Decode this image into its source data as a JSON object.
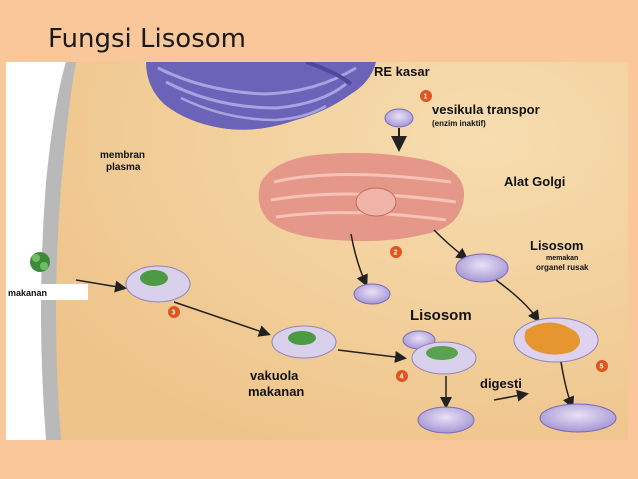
{
  "slide": {
    "title": "Fungsi Lisosom"
  },
  "diagram": {
    "labels": {
      "re_kasar": "RE kasar",
      "vesikula": "vesikula transpor",
      "enzim": "(enzim inaktif)",
      "membran1": "membran",
      "membran2": "plasma",
      "golgi": "Alat Golgi",
      "lisosom_top": "Lisosom",
      "memakan1": "memakan",
      "memakan2": "organel rusak",
      "lisosom_mid": "Lisosom",
      "makanan": "makanan",
      "vakuola1": "vakuola",
      "vakuola2": "makanan",
      "digesti": "digesti"
    },
    "steps": [
      "1",
      "2",
      "3",
      "4",
      "5"
    ]
  },
  "colors": {
    "background": "#f9c79a",
    "cytoplasm": "#f2d39c",
    "er": "#7d74c4",
    "golgi": "#e39385",
    "vesicle": "#c8bde6",
    "step_marker": "#e0551e"
  }
}
